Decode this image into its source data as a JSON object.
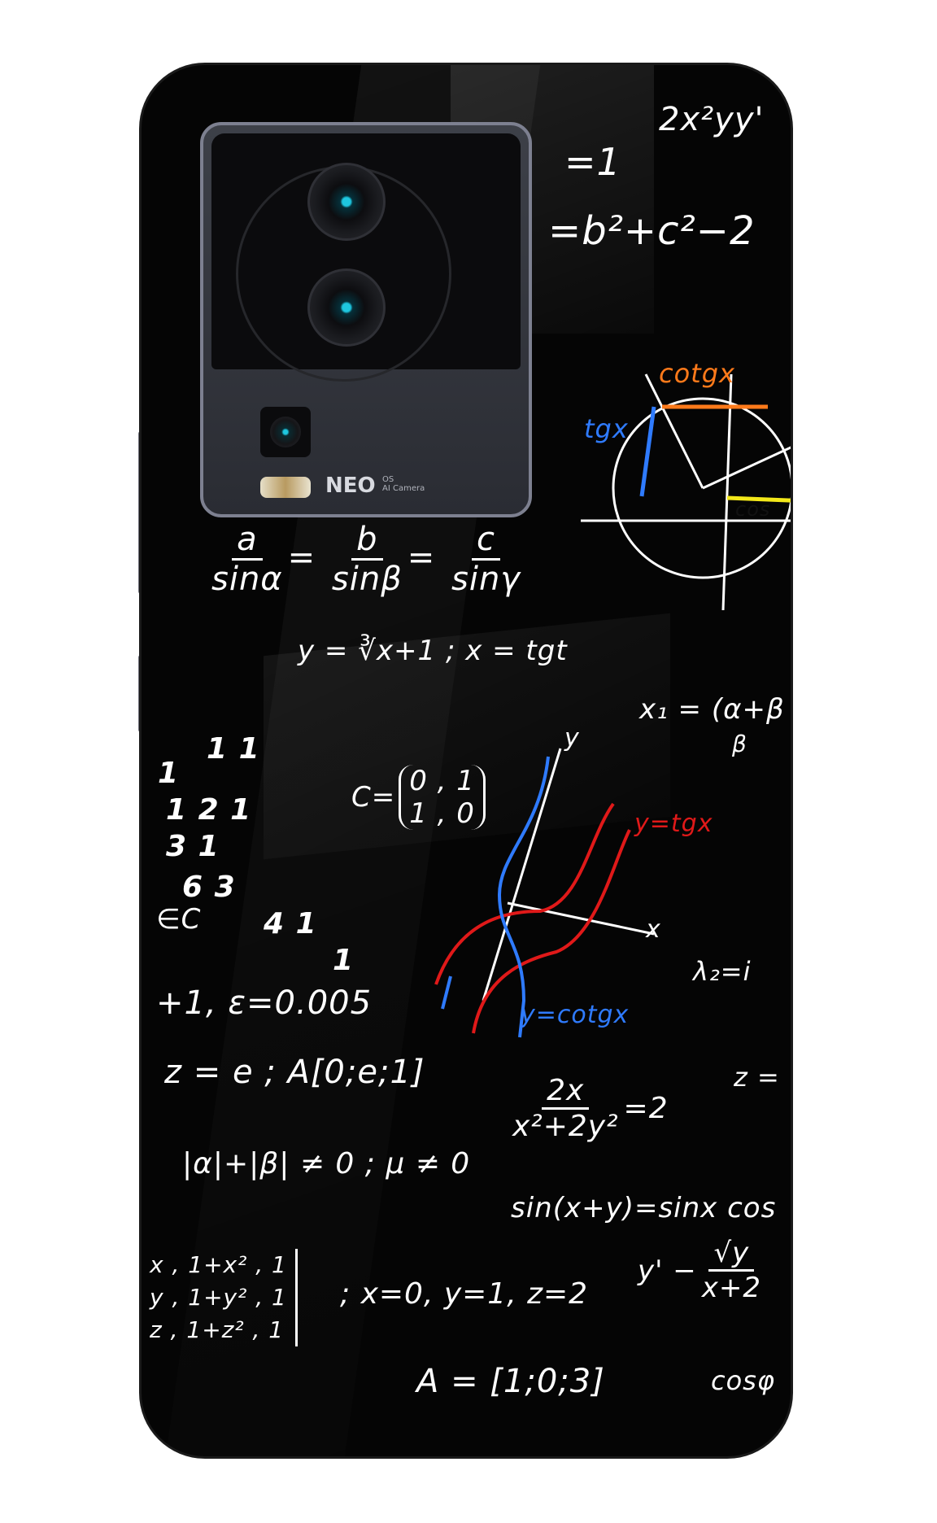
{
  "product": {
    "camera": {
      "brand": "NEO",
      "brand_sub1": "OS",
      "brand_sub2": "AI Camera"
    },
    "colors": {
      "case": "#050505",
      "chalk": "#ffffff",
      "red": "#e01919",
      "blue": "#2f7bff",
      "orange": "#ff7a1a",
      "yellow": "#f3e81a"
    },
    "formulas": {
      "top_right": "2x²yy'",
      "eq_one": "=1",
      "law_cos": "=b²+c²−2",
      "cotgx": "cotgx",
      "tgx": "tgx",
      "cos": "cos",
      "sines_a": "a",
      "sines_a_den": "sinα",
      "sines_b": "b",
      "sines_b_den": "sinβ",
      "sines_c": "c",
      "sines_c_den": "sinγ",
      "cube_root": "y = ∛x+1  ; x = tgt",
      "x1": "x₁ = (α+β",
      "x1_b": "β",
      "numbers": [
        "1  1",
        "1",
        "1  2  1",
        "3       1",
        "6  3",
        "4  1",
        "1"
      ],
      "matrix_c": "C=",
      "matrix_c_r1": "0 , 1",
      "matrix_c_r2": "1 , 0",
      "axis_y": "y",
      "axis_x": "x",
      "tg_label": "y=tgx",
      "cotg_label": "y=cotgx",
      "in_c": "∈C",
      "epsilon": "+1, ε=0.005",
      "lambda": "λ₂=i",
      "z_e": "z = e ; A[0;e;1]",
      "frac_num": "2x",
      "frac_den": "x²+2y²",
      "frac_eq": "=2",
      "z_eq": "z =",
      "alpha_beta": "|α|+|β| ≠ 0 ; μ ≠ 0",
      "sin_sum": "sin(x+y)=sinx cos",
      "y_prime": "y' −",
      "sqrt_y": "√y",
      "x_plus_2": "x+2",
      "matrix_r1": "x , 1+x² , 1",
      "matrix_r2": "y , 1+y² , 1",
      "matrix_r3": "z , 1+z² , 1",
      "xyz": "; x=0, y=1, z=2",
      "a_vec": "A = [1;0;3]",
      "cos_phi": "cosφ"
    }
  }
}
